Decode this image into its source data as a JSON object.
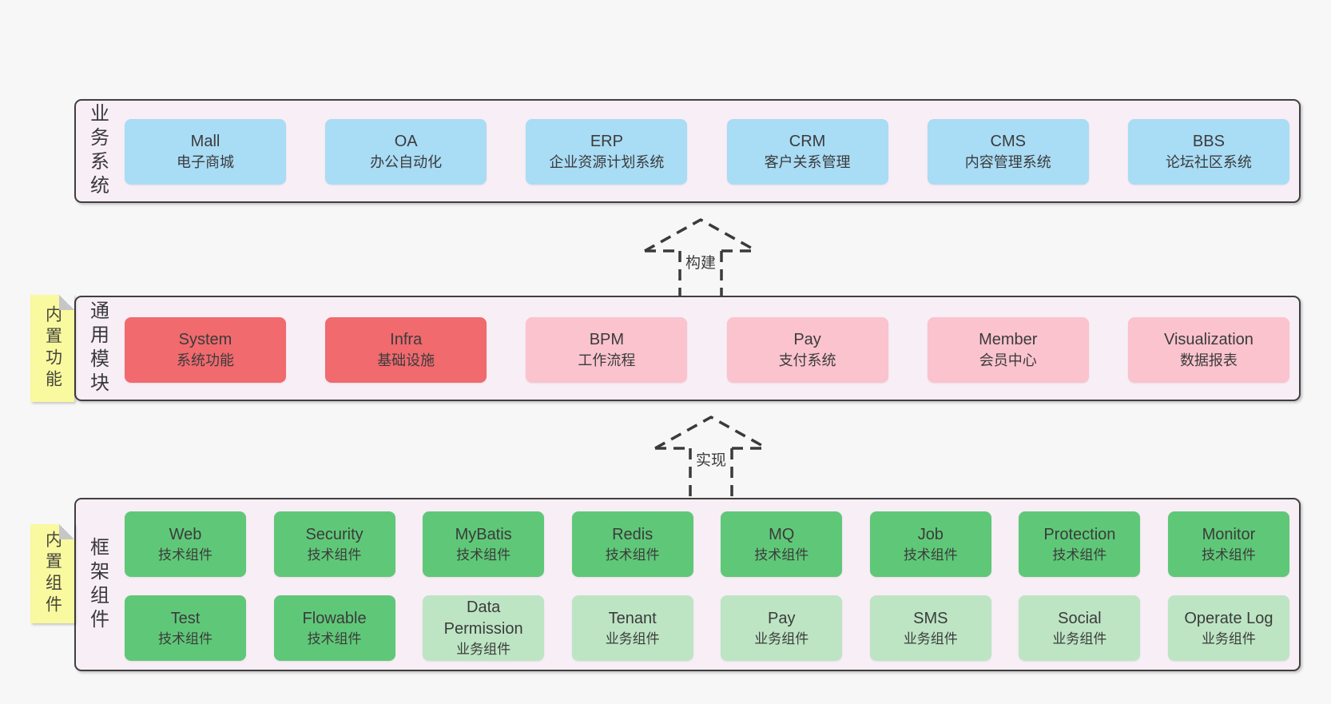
{
  "colors": {
    "page-bg": "#f7f7f7",
    "band-bg": "#f8eef6",
    "band-border": "#404040",
    "blue": "#a9dcf5",
    "red": "#f06a6e",
    "pink": "#fac3ce",
    "green": "#5fc878",
    "green-light": "#bde5c4",
    "sticky-yellow": "#f9f9a0",
    "fold-gray": "#c6c6c6",
    "text": "#3b3b3b"
  },
  "arrows": [
    {
      "label": "构建"
    },
    {
      "label": "实现"
    }
  ],
  "bands": [
    {
      "label": "业务系统",
      "rows": [
        [
          {
            "title": "Mall",
            "subtitle": "电子商城"
          },
          {
            "title": "OA",
            "subtitle": "办公自动化"
          },
          {
            "title": "ERP",
            "subtitle": "企业资源计划系统"
          },
          {
            "title": "CRM",
            "subtitle": "客户关系管理"
          },
          {
            "title": "CMS",
            "subtitle": "内容管理系统"
          },
          {
            "title": "BBS",
            "subtitle": "论坛社区系统"
          }
        ]
      ]
    },
    {
      "label": "通用模块",
      "sticky": "内置功能",
      "rows": [
        [
          {
            "title": "System",
            "subtitle": "系统功能"
          },
          {
            "title": "Infra",
            "subtitle": "基础设施"
          },
          {
            "title": "BPM",
            "subtitle": "工作流程"
          },
          {
            "title": "Pay",
            "subtitle": "支付系统"
          },
          {
            "title": "Member",
            "subtitle": "会员中心"
          },
          {
            "title": "Visualization",
            "subtitle": "数据报表"
          }
        ]
      ]
    },
    {
      "label": "框架组件",
      "sticky": "内置组件",
      "rows": [
        [
          {
            "title": "Web",
            "subtitle": "技术组件"
          },
          {
            "title": "Security",
            "subtitle": "技术组件"
          },
          {
            "title": "MyBatis",
            "subtitle": "技术组件"
          },
          {
            "title": "Redis",
            "subtitle": "技术组件"
          },
          {
            "title": "MQ",
            "subtitle": "技术组件"
          },
          {
            "title": "Job",
            "subtitle": "技术组件"
          },
          {
            "title": "Protection",
            "subtitle": "技术组件"
          },
          {
            "title": "Monitor",
            "subtitle": "技术组件"
          }
        ],
        [
          {
            "title": "Test",
            "subtitle": "技术组件"
          },
          {
            "title": "Flowable",
            "subtitle": "技术组件"
          },
          {
            "title": "Data Permission",
            "subtitle": "业务组件"
          },
          {
            "title": "Tenant",
            "subtitle": "业务组件"
          },
          {
            "title": "Pay",
            "subtitle": "业务组件"
          },
          {
            "title": "SMS",
            "subtitle": "业务组件"
          },
          {
            "title": "Social",
            "subtitle": "业务组件"
          },
          {
            "title": "Operate Log",
            "subtitle": "业务组件"
          }
        ]
      ]
    }
  ]
}
